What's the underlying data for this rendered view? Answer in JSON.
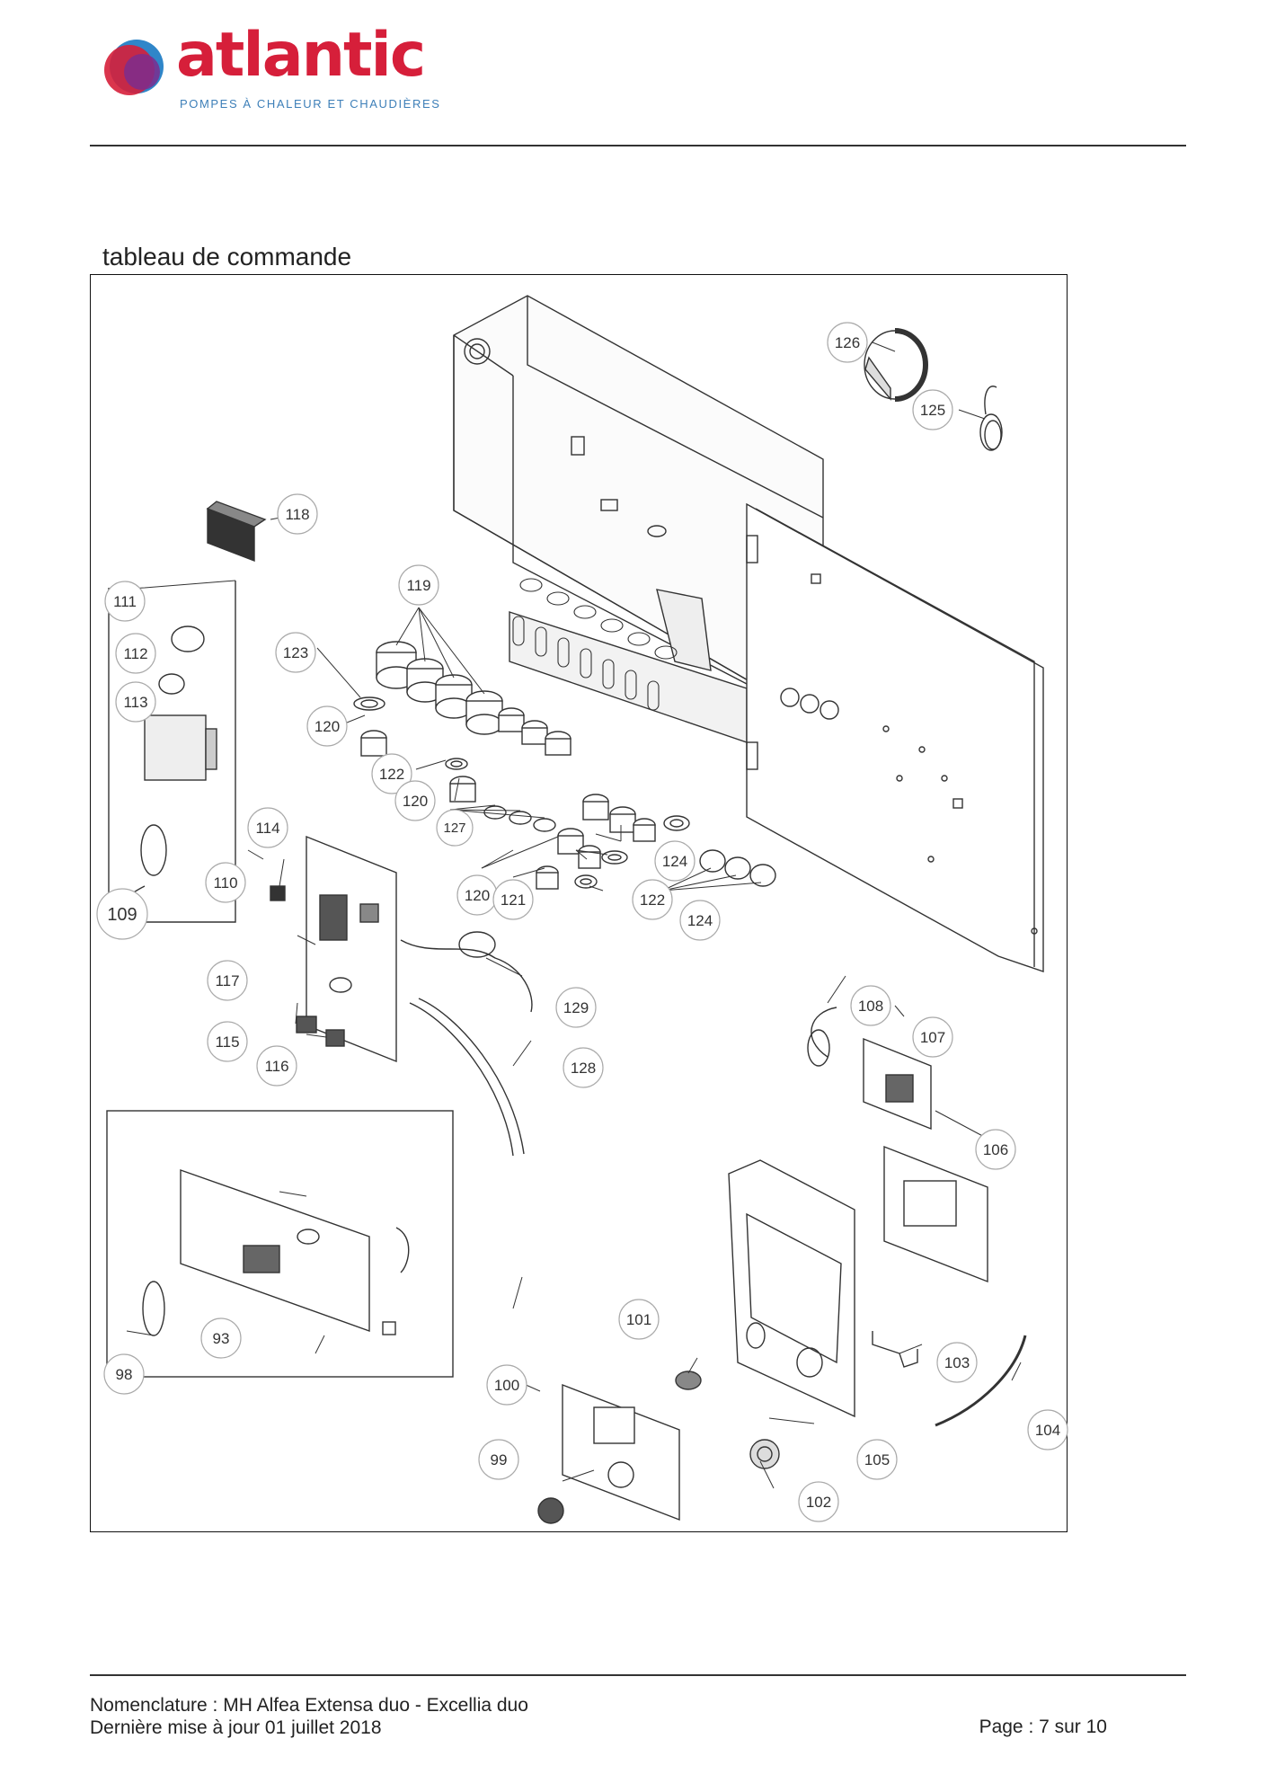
{
  "header": {
    "brand_name": "atlantic",
    "brand_tagline": "POMPES À CHALEUR ET CHAUDIÈRES",
    "brand_colors": [
      "#d61f3a",
      "#7b2d8e",
      "#2f86c9",
      "#3d7fb8"
    ]
  },
  "section_title": "tableau de commande",
  "diagram": {
    "callouts": [
      "126",
      "125",
      "118",
      "119",
      "111",
      "112",
      "123",
      "113",
      "120",
      "122",
      "120",
      "127",
      "114",
      "124",
      "110",
      "120",
      "121",
      "122",
      "109",
      "124",
      "117",
      "129",
      "108",
      "107",
      "115",
      "128",
      "116",
      "106",
      "93",
      "101",
      "103",
      "98",
      "100",
      "104",
      "105",
      "99",
      "102"
    ]
  },
  "footer": {
    "line1": "Nomenclature : MH Alfea Extensa duo - Excellia duo",
    "line2": "Dernière mise à jour 01 juillet 2018",
    "page": "Page : 7 sur 10"
  }
}
